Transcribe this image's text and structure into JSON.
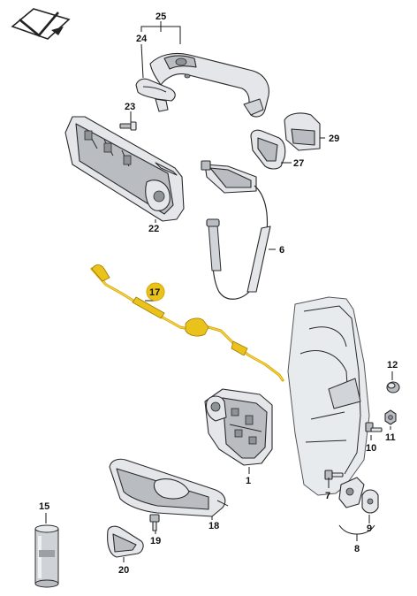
{
  "diagram": {
    "colors": {
      "part_fill": "#e4e6e9",
      "part_dark": "#b9bdc2",
      "outline": "#2a2a2a",
      "highlight": "#e9c21c",
      "highlight_stroke": "#d9a400",
      "body_panel": "#e8ebee"
    },
    "logo_icon": "vw-audi-logo-icon",
    "labels": {
      "p25": "25",
      "p24": "24",
      "p23": "23",
      "p29": "29",
      "p27": "27",
      "p22": "22",
      "p6": "6",
      "p17": "17",
      "p12": "12",
      "p11": "11",
      "p10": "10",
      "p1": "1",
      "p7": "7",
      "p9": "9",
      "p8": "8",
      "p15": "15",
      "p18": "18",
      "p19": "19",
      "p20": "20"
    },
    "highlighted_part": "17"
  }
}
